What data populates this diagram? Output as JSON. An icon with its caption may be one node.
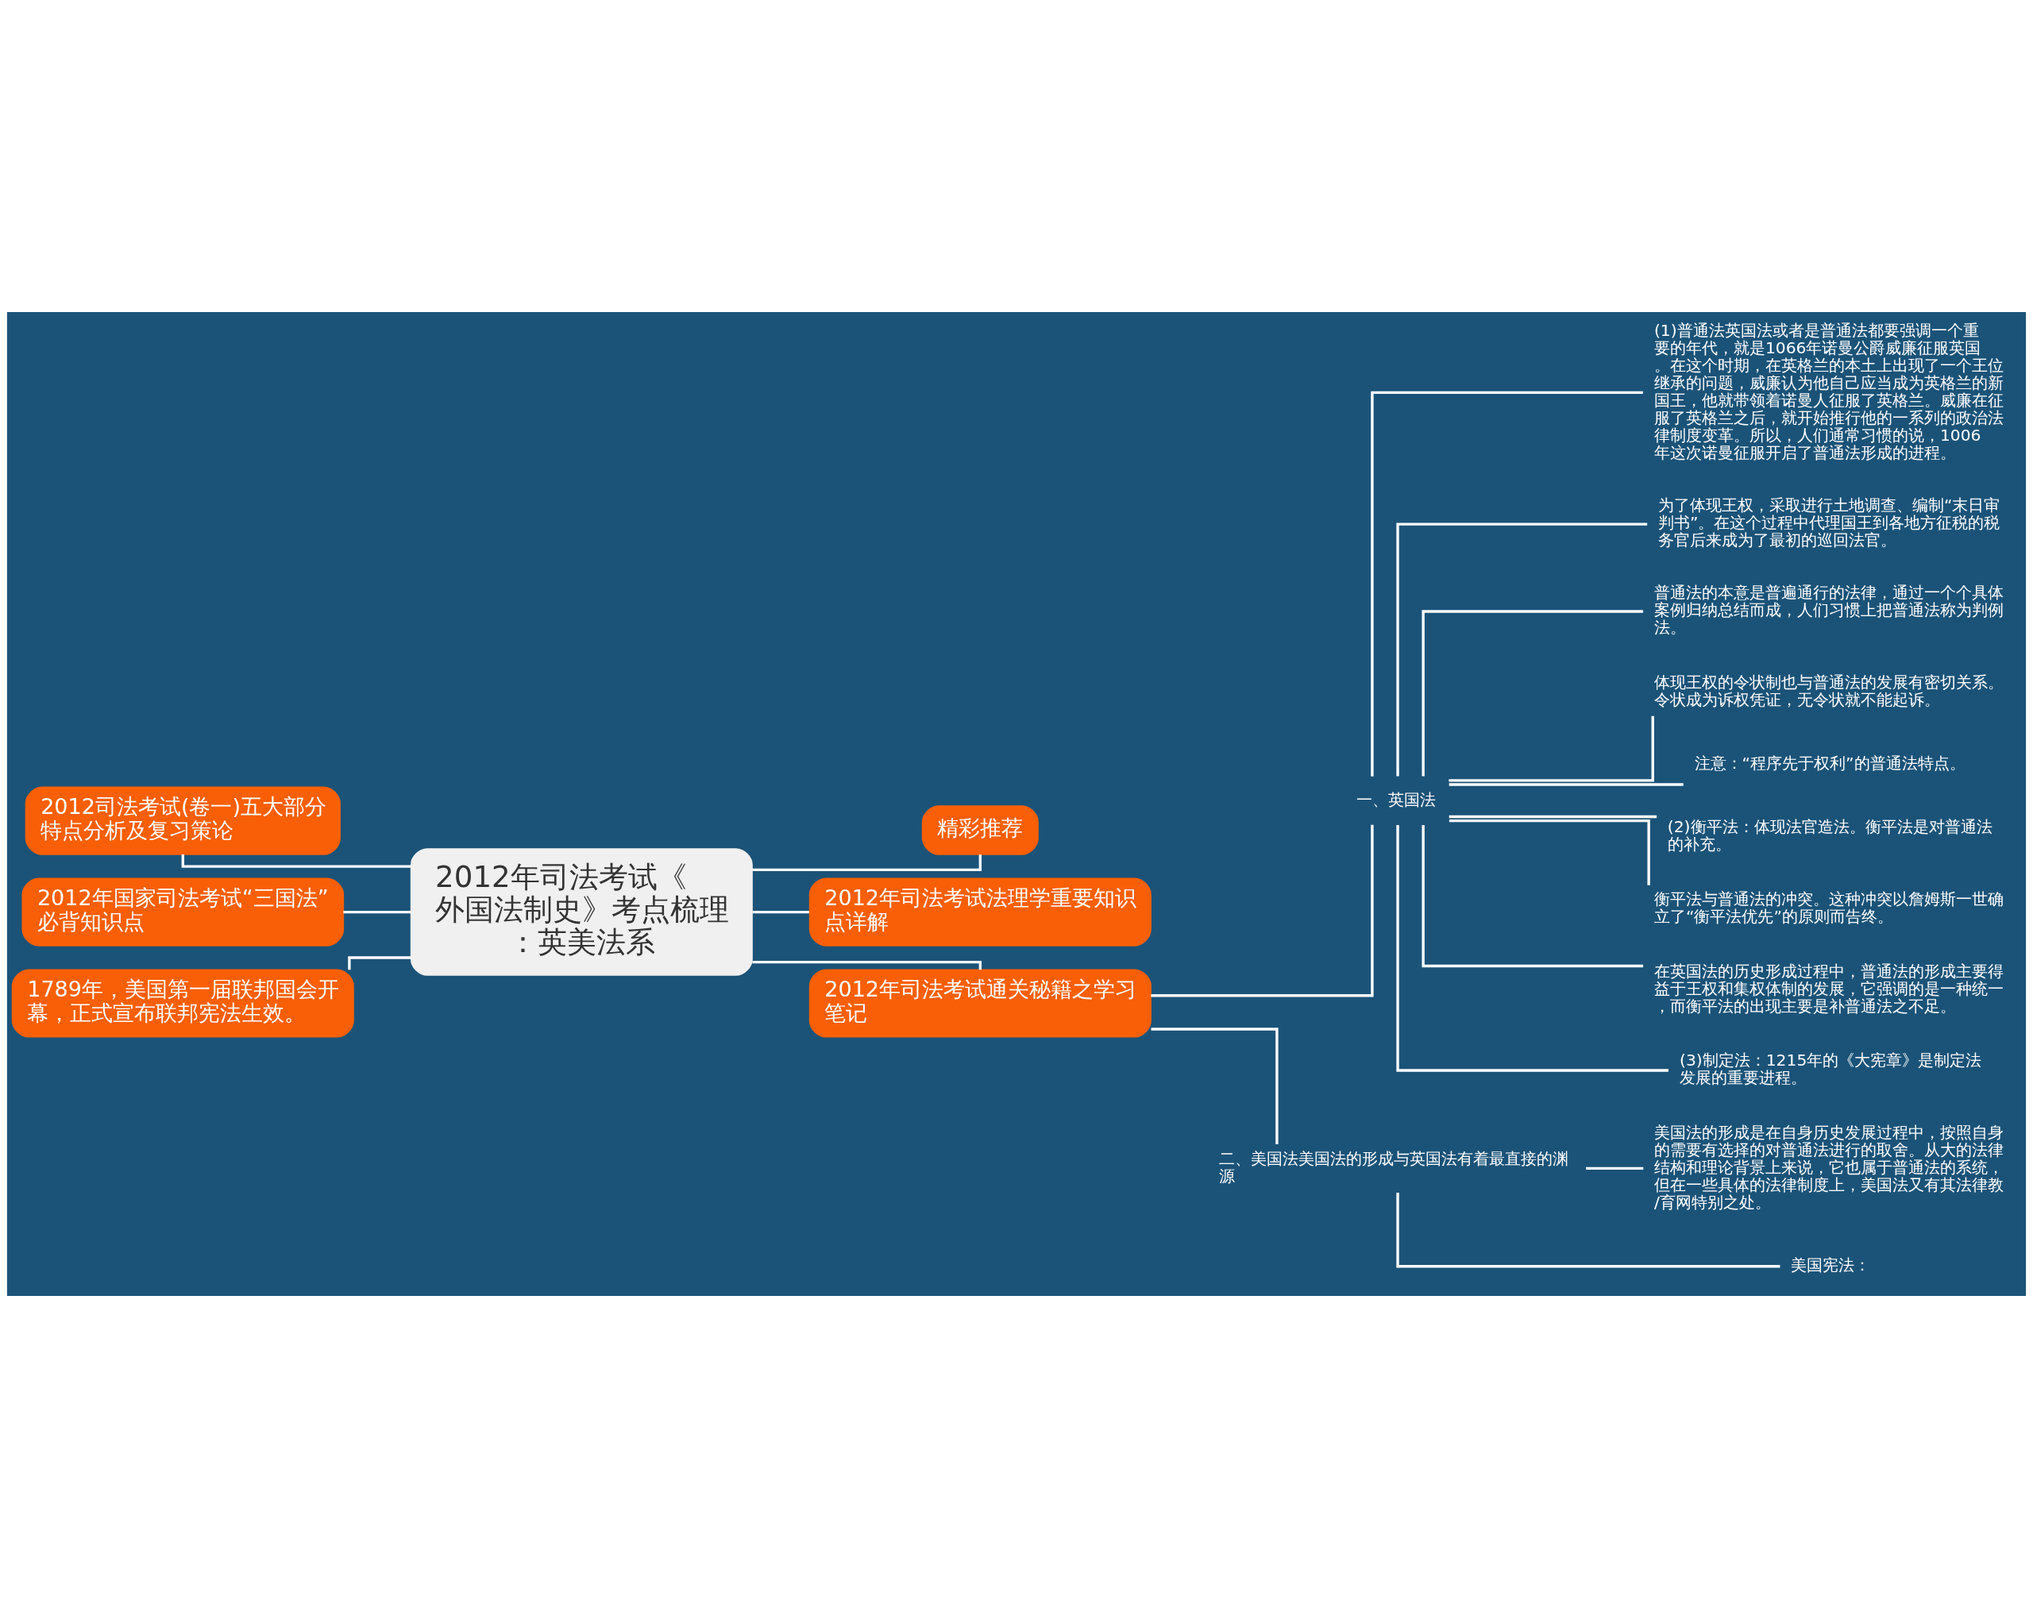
{
  "diagram": {
    "nodes": [
      {
        "text": [
          "2012年司法考试《外国法制史》考点梳理：英美法系"
        ]
      },
      {
        "text": [
          "2012司法考试(卷一)五大部分特点分析及复习策论"
        ]
      },
      {
        "text": [
          "2012年国家司法考试“三国法”必背知识点"
        ]
      },
      {
        "text": [
          "1789年，美国第一届联邦国会开幕，正式宣布联邦宪法生效。"
        ]
      },
      {
        "text": [
          "精彩推荐"
        ]
      },
      {
        "text": [
          "2012年司法考试法理学重要知识点详解"
        ]
      },
      {
        "text": [
          "2012年司法考试通关秘籍之学习笔记"
        ]
      },
      {
        "text": [
          "一、英国法"
        ]
      },
      {
        "text": [
          "(1)普通法英国法或者是普通法都要强调一个重要的年代，就是1066年诺曼公爵威廉征服英国。在这个时期，在英格兰的本土上出现了一个王位继承的问题，威廉认为他自己应当成为英格兰的新国王，他就带领着诺曼人征服了英格兰。威廉在征服了英格兰之后，就开始推行他的一系列的政治法律制度变革。所以，人们通常习惯的说，1006 年这次诺曼征服开启了普通法形成的进程。"
        ]
      },
      {
        "text": [
          "为了体现王权，采取进行土地调查、编制“末日审判书”。在这个过程中代理国王到各地方征税的税务官后来成为了最初的巡回法官。"
        ]
      },
      {
        "text": [
          "普通法的本意是普遍通行的法律，通过一个个具体案例归纳总结而成，人们习惯上把普通法称为判例法。"
        ]
      },
      {
        "text": [
          "体现王权的令状制也与普通法的发展有密切关系。令状成为诉权凭证，无令状就不能起诉。"
        ]
      },
      {
        "text": [
          "注意：“程序先于权利”的普通法特点。"
        ]
      },
      {
        "text": [
          "(2)衡平法：体现法官造法。衡平法是对普通法的补充。"
        ]
      },
      {
        "text": [
          "衡平法与普通法的冲突。这种冲突以詹姆斯一世确立了“衡平法优先”的原则而告终。"
        ]
      },
      {
        "text": [
          "在英国法的历史形成过程中，普通法的形成主要得益于王权和集权体制的发展，它强调的是一种统一，而衡平法的出现主要是补普通法之不足。"
        ]
      },
      {
        "text": [
          "(3)制定法：1215年的《大宪章》是制定法发展的重要进程。"
        ]
      },
      {
        "text": [
          "二、美国法美国法的形成与英国法有着最直接的渊源"
        ]
      },
      {
        "text": [
          "美国法的形成是在自身历史发展过程中，按照自身的需要有选择的对普通法进行的取舍。从大的法律结构和理论背景上来说，它也属于普通法的系统，但在一些具体的法律制度上，美国法又有其法律教/育网特别之处。"
        ]
      },
      {
        "text": [
          "美国宪法："
        ]
      }
    ],
    "edges": [
      {
        "from": 0,
        "to": 1,
        "arrow": "none"
      },
      {
        "from": 0,
        "to": 2,
        "arrow": "none"
      },
      {
        "from": 0,
        "to": 3,
        "arrow": "none"
      },
      {
        "from": 0,
        "to": 4,
        "arrow": "none"
      },
      {
        "from": 0,
        "to": 5,
        "arrow": "none"
      },
      {
        "from": 0,
        "to": 6,
        "arrow": "none"
      },
      {
        "from": 6,
        "to": 7,
        "arrow": "none"
      },
      {
        "from": 7,
        "to": 8,
        "arrow": "none"
      },
      {
        "from": 7,
        "to": 9,
        "arrow": "none"
      },
      {
        "from": 7,
        "to": 10,
        "arrow": "none"
      },
      {
        "from": 7,
        "to": 11,
        "arrow": "none"
      },
      {
        "from": 7,
        "to": 12,
        "arrow": "none"
      },
      {
        "from": 7,
        "to": 13,
        "arrow": "none"
      },
      {
        "from": 7,
        "to": 14,
        "arrow": "none"
      },
      {
        "from": 7,
        "to": 15,
        "arrow": "none"
      },
      {
        "from": 7,
        "to": 16,
        "arrow": "none"
      },
      {
        "from": 6,
        "to": 17,
        "arrow": "none"
      },
      {
        "from": 17,
        "to": 18,
        "arrow": "none"
      },
      {
        "from": 17,
        "to": 19,
        "arrow": "none"
      }
    ]
  }
}
